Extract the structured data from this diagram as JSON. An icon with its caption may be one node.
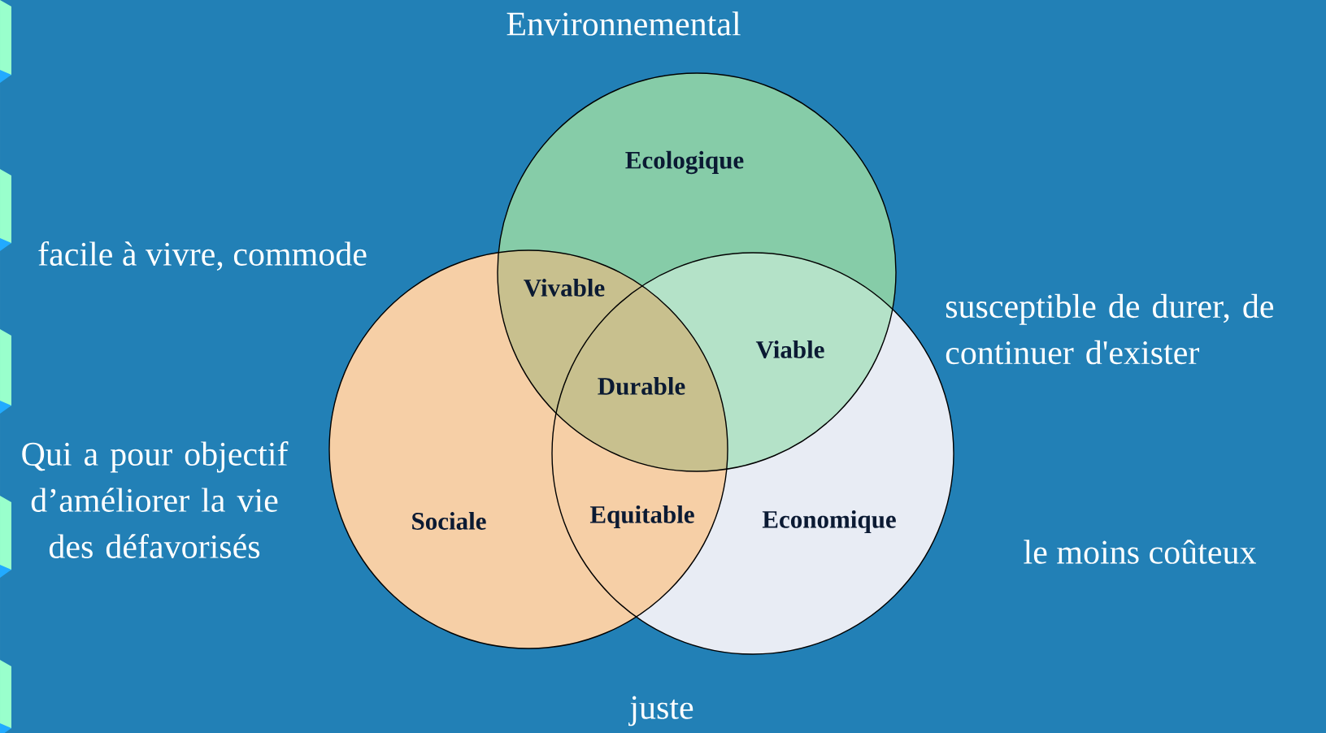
{
  "diagram": {
    "nodes": [
      {
        "text": [
          "Ecologique"
        ]
      },
      {
        "text": [
          "Sociale"
        ]
      },
      {
        "text": [
          "Economique"
        ]
      }
    ],
    "edges": [],
    "labels": [
      "Environnemental",
      "facile à vivre, commode",
      "Vivable",
      "susceptible de durer, de continuer d'exister",
      "Viable",
      "Durable",
      "Qui a pour objectif d’améliorer la vie des défavorisés",
      "Equitable",
      "le moins coûteux",
      "juste"
    ]
  }
}
